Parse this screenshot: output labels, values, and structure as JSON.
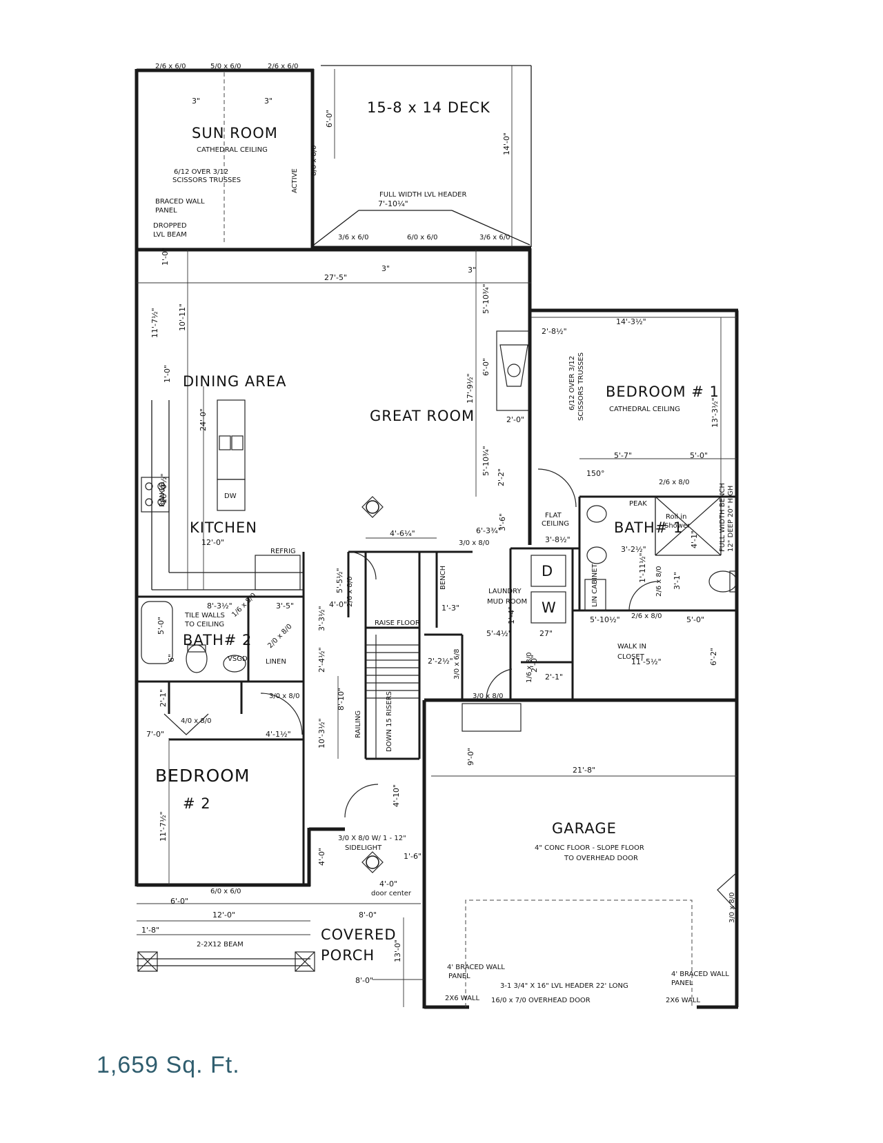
{
  "rooms": {
    "sun_room": "SUN ROOM",
    "sun_room_note1": "CATHEDRAL CEILING",
    "sun_room_note2": "6/12 OVER 3/12",
    "sun_room_note3": "SCISSORS TRUSSES",
    "deck": "15-8 x 14 DECK",
    "dining": "DINING AREA",
    "great_room": "GREAT ROOM",
    "kitchen": "KITCHEN",
    "bedroom1": "BEDROOM # 1",
    "bedroom1_note": "CATHEDRAL CEILING",
    "bath1": "BATH# 1",
    "bath2": "BATH# 2",
    "bedroom2_a": "BEDROOM",
    "bedroom2_b": "# 2",
    "laundry_a": "LAUNDRY",
    "laundry_b": "MUD ROOM",
    "walkin_a": "WALK IN",
    "walkin_b": "CLOSET",
    "garage": "GARAGE",
    "garage_note1": "4\" CONC FLOOR - SLOPE FLOOR",
    "garage_note2": "TO OVERHEAD DOOR",
    "porch_a": "COVERED",
    "porch_b": "PORCH",
    "linen": "LINEN",
    "flat_ceiling_a": "FLAT",
    "flat_ceiling_b": "CEILING"
  },
  "notes": {
    "braced_wall_a": "BRACED WALL",
    "braced_wall_b": "PANEL",
    "dropped_a": "DROPPED",
    "dropped_b": "LVL BEAM",
    "active": "ACTIVE",
    "lvl_header": "FULL WIDTH LVL HEADER",
    "lvl_header_dim": "7'-10¼\"",
    "scissors_b1a": "6/12 OVER 3/12",
    "scissors_b1b": "SCISSORS TRUSSES",
    "tile_a": "TILE WALLS",
    "tile_b": "TO CEILING",
    "raise_floor": "RAISE FLOOR",
    "bench": "BENCH",
    "railing": "RAILING",
    "down_risers": "DOWN 15 RISERS",
    "lin_cabinet": "LIN CABINET",
    "refrig": "REFRIG",
    "dw": "DW",
    "range": "RANGE",
    "vsgd": "VSGD",
    "peak": "PEAK",
    "roll_in_a": "Roll in",
    "roll_in_b": "Shower",
    "full_bench": "FULL WIDTH BENCH",
    "full_bench_b": "12\" DEEP 20\" HIGH",
    "front_door_a": "3/0 X 8/0 W/ 1 - 12\"",
    "front_door_b": "SIDELIGHT",
    "door_center": "door center",
    "beam": "2-2X12 BEAM",
    "braced_garage_a": "4' BRACED WALL",
    "braced_garage_b": "PANEL",
    "lvl_garage": "3-1 3/4\" X 16\" LVL HEADER 22' LONG",
    "overhead_door": "16/0 x 7/0 OVERHEAD DOOR",
    "wall_2x6": "2X6 WALL",
    "dryer": "D",
    "washer": "W"
  },
  "doors": {
    "sun_w1": "2/6 x 6/0",
    "sun_w2": "5/0 x 6/0",
    "sun_w3": "2/6 x 6/0",
    "deck_d": "8/0 x 8/0",
    "deck_w1": "3/6 x 6/0",
    "deck_w2": "6/0 x 6/0",
    "deck_w3": "3/6 x 6/0",
    "stair_d": "2/6 x 8/0",
    "hall_d": "3/0 x 8/0",
    "bath1_d": "2/6 x 8/0",
    "bath1_d2": "2/6 x 8/0",
    "wic_d": "2/6 x 8/0",
    "bath2_d": "1/6 x 8/0",
    "linen_d": "2/0 x 8/0",
    "bed2_d": "3/0 x 8/0",
    "closet_d": "4/0 x 8/0",
    "bed2_w": "6/0 x 6/0",
    "garage_d": "3/0 x 8/0",
    "garage_side": "3/0 x 8/0",
    "mud_d": "3/0 x 6/8",
    "tiny_d": "1/6 x 8/0",
    "shower_d": "2/6 x 8/0"
  },
  "dims": {
    "d_27_5": "27'-5\"",
    "d_14_3": "14'-3½\"",
    "d_2_8": "2'-8½\"",
    "d_13_3": "13'-3½\"",
    "d_6_0_deck": "6'-0\"",
    "d_14_0": "14'-0\"",
    "d_1_0a": "1'-0\"",
    "d_11_7a": "11'-7½\"",
    "d_10_11": "10'-11\"",
    "d_1_0b": "1'-0\"",
    "d_24_0": "24'-0\"",
    "d_16_0": "16'-0½\"",
    "d_12_0k": "12'-0\"",
    "d_17_9": "17'-9½\"",
    "d_5_10a": "5'-10¾\"",
    "d_6_0f": "6'-0\"",
    "d_2_0": "2'-0\"",
    "d_5_10b": "5'-10¾\"",
    "d_2_2": "2'-2\"",
    "d_5_7": "5'-7\"",
    "d_5_0a": "5'-0\"",
    "d_150": "150°",
    "d_4_6": "4'-6¼\"",
    "d_6_3": "6'-3¾\"",
    "d_3_6": "3'-6\"",
    "d_3_8": "3'-8½\"",
    "d_3_2": "3'-2½\"",
    "d_1_11": "1'-11½\"",
    "d_4_1": "4'-1\"",
    "d_3_1": "3'-1\"",
    "d_5_5": "5'-5½\"",
    "d_4_0a": "4'-0\"",
    "d_8_3": "8'-3½\"",
    "d_3_5": "3'-5\"",
    "d_5_0b": "5'-0\"",
    "d_3_3": "3'-3½\"",
    "d_1_3": "1'-3\"",
    "d_1_4": "1'-4\"",
    "d_5_4": "5'-4½\"",
    "d_27": "27\"",
    "d_5_10c": "5'-10½\"",
    "d_5_0c": "5'-0\"",
    "d_2_4": "2'-4½\"",
    "d_2_2b": "2'-2½\"",
    "d_2_1a": "2'-1\"",
    "d_11_5": "11'-5½\"",
    "d_6_2": "6'-2\"",
    "d_2_1b": "2'-1\"",
    "d_8_10": "8'-10\"",
    "d_7_0": "7'-0\"",
    "d_4_1b": "4'-1½\"",
    "d_10_3": "10'-3½\"",
    "d_9_0": "9'-0\"",
    "d_21_8": "21'-8\"",
    "d_4_10": "4'-10\"",
    "d_11_7b": "11'-7½\"",
    "d_4_0b": "4'-0\"",
    "d_1_6": "1'-6\"",
    "d_4_0c": "4'-0\"",
    "d_6_0b": "6'-0\"",
    "d_12_0": "12'-0\"",
    "d_8_0a": "8'-0\"",
    "d_1_8": "1'-8\"",
    "d_13_0": "13'-0\"",
    "d_8_0b": "8'-0\"",
    "d_5_0bath2": "5'-0\"",
    "d_6": "6\"",
    "d_2_0t": "2'-0\"",
    "d_3": "3\""
  },
  "area_label": "1,659 Sq. Ft."
}
